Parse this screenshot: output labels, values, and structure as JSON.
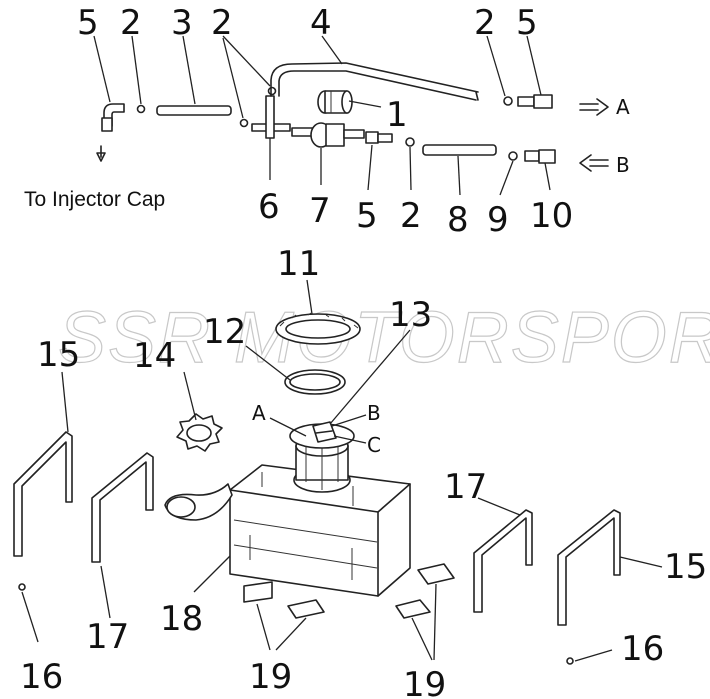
{
  "watermark": "SSR MOTORSPORTS",
  "caption": "To  Injector Cap",
  "flow": {
    "a": "A",
    "b": "B"
  },
  "pump_ports": {
    "a": "A",
    "b": "B",
    "c": "C"
  },
  "callouts": {
    "n1": "1",
    "n2a": "2",
    "n2b": "2",
    "n2c": "2",
    "n2d": "2",
    "n3": "3",
    "n4": "4",
    "n5a": "5",
    "n5b": "5",
    "n5c": "5",
    "n6": "6",
    "n7": "7",
    "n8": "8",
    "n9": "9",
    "n10": "10",
    "n11": "11",
    "n12": "12",
    "n13": "13",
    "n14": "14",
    "n15a": "15",
    "n15b": "15",
    "n16a": "16",
    "n16b": "16",
    "n17a": "17",
    "n17b": "17",
    "n18": "18",
    "n19a": "19",
    "n19b": "19"
  }
}
